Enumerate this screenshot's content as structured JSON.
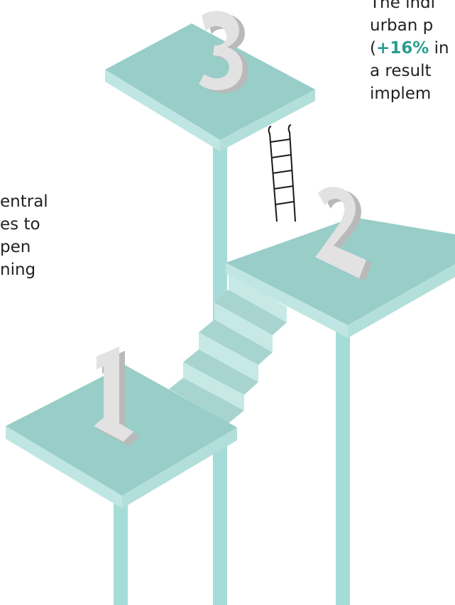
{
  "colors": {
    "platform_top": "#98cdc8",
    "platform_side": "#bfe6e3",
    "platform_front": "#b3dfdb",
    "pillar": "#a6dcd7",
    "step_tread": "#a8d4d0",
    "step_riser": "#c6e9e6",
    "number_face": "#e2e2e2",
    "number_side": "#b9b9b9",
    "ladder": "#1a1a1a",
    "accent": "#2a9d8f"
  },
  "diagram": {
    "platforms": [
      {
        "number": "1",
        "label": "platform-1"
      },
      {
        "number": "2",
        "label": "platform-2"
      },
      {
        "number": "3",
        "label": "platform-3"
      }
    ]
  },
  "left_text": {
    "lines": [
      "entral",
      "es to",
      "pen",
      "ning"
    ]
  },
  "right_text": {
    "line1": "The indi",
    "line2": "urban p",
    "line3_open": "(",
    "line3_highlight": "+16%",
    "line3_rest": " in",
    "line4": "a result",
    "line5": "implem"
  }
}
